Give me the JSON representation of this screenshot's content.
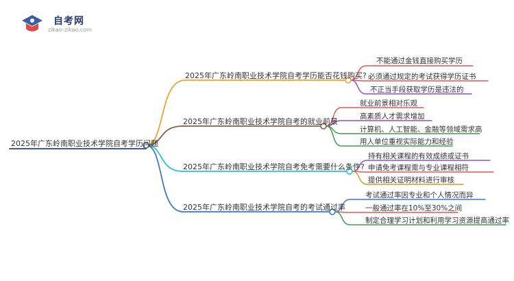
{
  "logo": {
    "title": "自考网",
    "subtitle": "zikao-zikao.com"
  },
  "colors": {
    "root": "#3e5a8c",
    "branch1": "#f0a030",
    "branch2": "#8b5a4a",
    "branch3": "#26c0d8",
    "branch4": "#3a78c8",
    "leaf1": "#e25555",
    "leaf2": "#8a4fd6",
    "leaf3": "#3e9a4e",
    "leaf4": "#c8a020"
  },
  "mindmap": {
    "root": "2025年广东岭南职业技术学院自考学历问题",
    "branches": [
      {
        "label": "2025年广东岭南职业技术学院自考学历能否花钱购买?",
        "children": [
          "不能通过金钱直接购买学历",
          "必须通过规定的考试获得学历证书",
          "不正当手段获取学历是违法的"
        ]
      },
      {
        "label": "2025年广东岭南职业技术学院自考的就业前景",
        "children": [
          "就业前景相对乐观",
          "高素质人才需求增加",
          "计算机、人工智能、金融等领域需求高",
          "用人单位重视实际能力和经验"
        ]
      },
      {
        "label": "2025年广东岭南职业技术学院自考免考需要什么条件?",
        "children": [
          "持有相关课程的有效成绩或证书",
          "申请免考课程需与专业课程相符",
          "提供相关证明材料进行审核"
        ]
      },
      {
        "label": "2025年广东岭南职业技术学院自考的考试通过率",
        "children": [
          "考试通过率因专业和个人情况而异",
          "一般通过率在10%至30%之间",
          "制定合理学习计划和利用学习资源提高通过率"
        ]
      }
    ]
  }
}
